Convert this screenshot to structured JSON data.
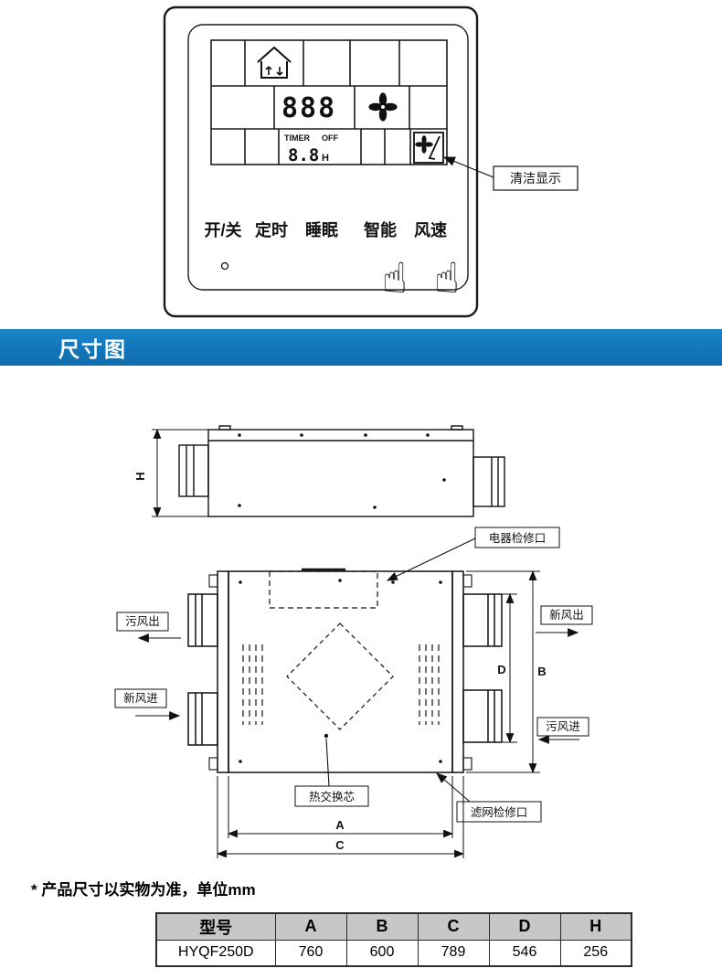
{
  "icons": {
    "pointing_hand": "☝"
  },
  "panel": {
    "display": {
      "digits": "888",
      "timer_label": "TIMER",
      "timer_state": "OFF",
      "hour_digits": "8.8",
      "hour_unit": "H"
    },
    "buttons": [
      {
        "label": "开/关"
      },
      {
        "label": "定时"
      },
      {
        "label": "睡眠"
      },
      {
        "label": "智能"
      },
      {
        "label": "风速"
      }
    ],
    "annotation": "清洁显示"
  },
  "banner": {
    "title": "尺寸图"
  },
  "drawing": {
    "labels": {
      "electrical_access": "电器检修口",
      "dirty_air_out": "污风出",
      "fresh_air_out": "新风出",
      "fresh_air_in": "新风进",
      "dirty_air_in": "污风进",
      "heat_exchange_core": "热交换芯",
      "filter_access": "滤网检修口"
    },
    "dimensions": {
      "h": "H",
      "a": "A",
      "b": "B",
      "c": "C",
      "d": "D"
    }
  },
  "note": "* 产品尺寸以实物为准，单位mm",
  "spec_table": {
    "headers": [
      "型号",
      "A",
      "B",
      "C",
      "D",
      "H"
    ],
    "rows": [
      [
        "HYQF250D",
        "760",
        "600",
        "789",
        "546",
        "256"
      ]
    ]
  }
}
